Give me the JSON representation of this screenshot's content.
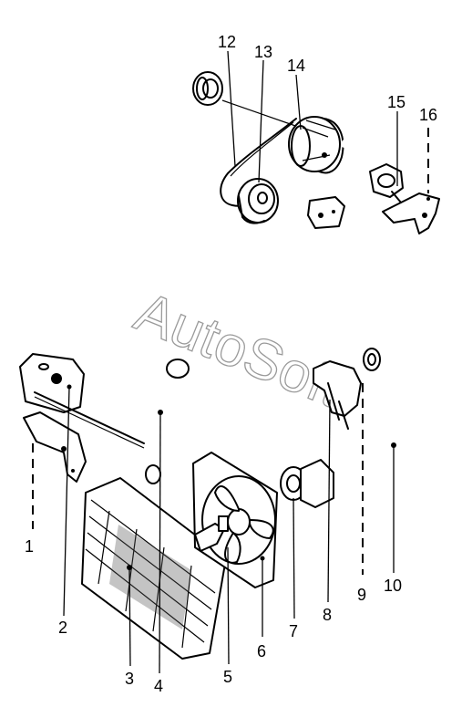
{
  "watermark": "AutoSoft",
  "callouts": {
    "c1": "1",
    "c2": "2",
    "c3": "3",
    "c4": "4",
    "c5": "5",
    "c6": "6",
    "c7": "7",
    "c8": "8",
    "c9": "9",
    "c10": "10",
    "c11": "12",
    "c12": "13",
    "c13": "14",
    "c14": "15",
    "c15": "16"
  },
  "colors": {
    "ink": "#000000",
    "watermark": "#9a9a9a",
    "background": "#ffffff"
  }
}
